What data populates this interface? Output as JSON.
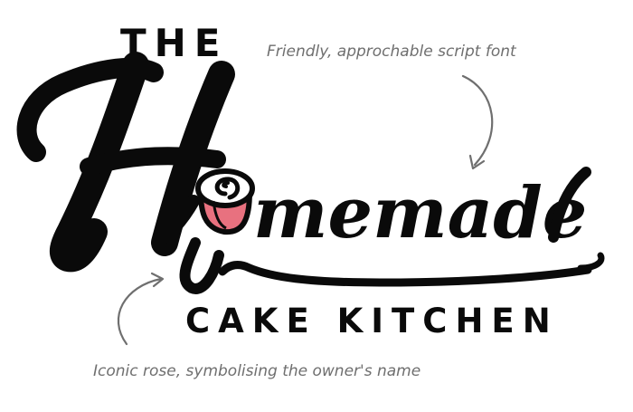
{
  "logo": {
    "the_label": "THE",
    "script_word_rest": "memade",
    "kitchen_label": "CAKE KITCHEN",
    "colors": {
      "ink": "#0a0a0a",
      "rose": "#e8717f",
      "annotation": "#6f6f6f"
    }
  },
  "annotations": {
    "top_note": "Friendly, approchable script font",
    "bottom_note": "Iconic rose, symbolising the owner's name"
  }
}
